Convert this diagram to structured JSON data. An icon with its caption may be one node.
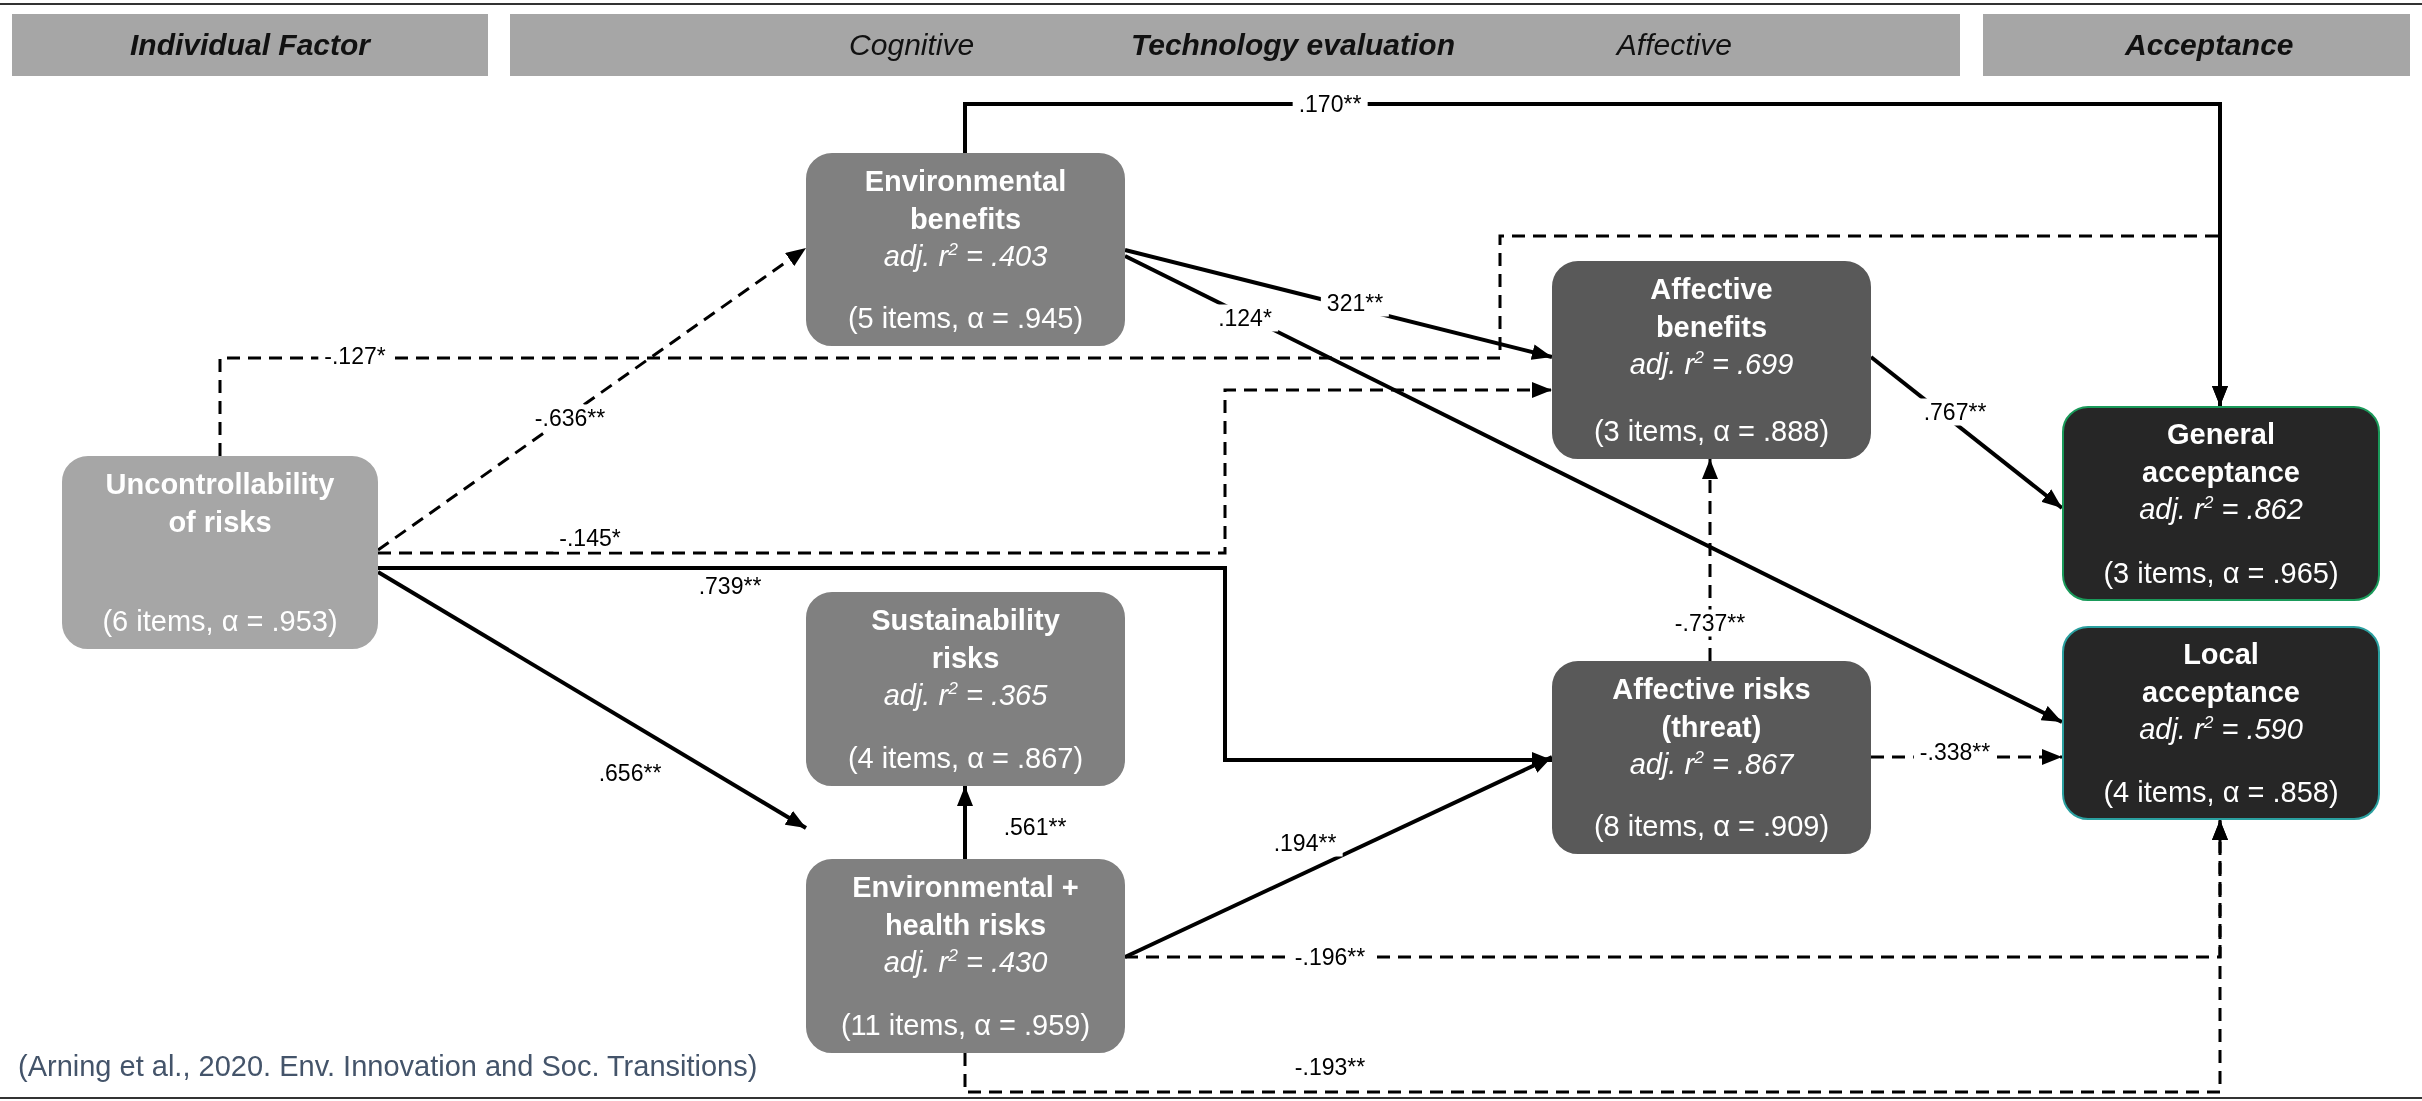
{
  "diagram": {
    "caption": "(Arning et al., 2020. Env. Innovation and Soc. Transitions)",
    "nodes": [
      {
        "text": [
          "Individual Factor"
        ]
      },
      {
        "text": [
          "Cognitive",
          "Technology evaluation",
          "Affective"
        ]
      },
      {
        "text": [
          "Acceptance"
        ]
      },
      {
        "text": [
          "Uncontrollability of risks",
          "(6 items, α = .953)"
        ]
      },
      {
        "text": [
          "Environmental benefits",
          "adj. r$^{2}$ = .403",
          "(5 items, α = .945)"
        ]
      },
      {
        "text": [
          "Affective benefits",
          "adj. r$^{2}$ = .699",
          "(3 items, α = .888)"
        ]
      },
      {
        "text": [
          "General acceptance",
          "adj. r$^{2}$ = .862",
          "(3 items, α = .965)"
        ]
      },
      {
        "text": [
          "Sustainability risks",
          "adj. r$^{2}$ = .365",
          "(4 items, α = .867)"
        ]
      },
      {
        "text": [
          "Environmental + health risks",
          "adj. r$^{2}$ = .430",
          "(11 items, α = .959)"
        ]
      },
      {
        "text": [
          "Affective risks (threat)",
          "adj. r$^{2}$ = .867",
          "(8 items, α = .909)"
        ]
      },
      {
        "text": [
          "Local acceptance",
          "adj. r$^{2}$ = .590",
          "(4 items, α = .858)"
        ]
      }
    ],
    "edges": [
      {
        "from": 4,
        "to": 6,
        "arrow": "to",
        "label": ".170**"
      },
      {
        "from": 3,
        "to": 4,
        "arrow": "to",
        "label": "-.636**",
        "style": "dashed"
      },
      {
        "from": 3,
        "to": 6,
        "arrow": "to",
        "label": "-.127*",
        "style": "dashed"
      },
      {
        "from": 3,
        "to": 5,
        "arrow": "to",
        "label": "-.145*",
        "style": "dashed"
      },
      {
        "from": 3,
        "to": 9,
        "arrow": "to",
        "label": ".739**"
      },
      {
        "from": 3,
        "to": 8,
        "arrow": "to",
        "label": ".656**"
      },
      {
        "from": 4,
        "to": 5,
        "arrow": "to",
        "label": "321**"
      },
      {
        "from": 4,
        "to": 10,
        "arrow": "to",
        "label": ".124*"
      },
      {
        "from": 5,
        "to": 6,
        "arrow": "to",
        "label": ".767**"
      },
      {
        "from": 8,
        "to": 7,
        "arrow": "to",
        "label": ".561**"
      },
      {
        "from": 8,
        "to": 9,
        "arrow": "to",
        "label": ".194**"
      },
      {
        "from": 9,
        "to": 5,
        "arrow": "to",
        "label": "-.737**",
        "style": "dashed"
      },
      {
        "from": 9,
        "to": 10,
        "arrow": "to",
        "label": "-.338**",
        "style": "dashed"
      },
      {
        "from": 8,
        "to": 10,
        "arrow": "to",
        "label": "-.196**",
        "style": "dashed"
      },
      {
        "from": 8,
        "to": 10,
        "arrow": "to",
        "label": "-.193**",
        "style": "dashed"
      }
    ]
  }
}
